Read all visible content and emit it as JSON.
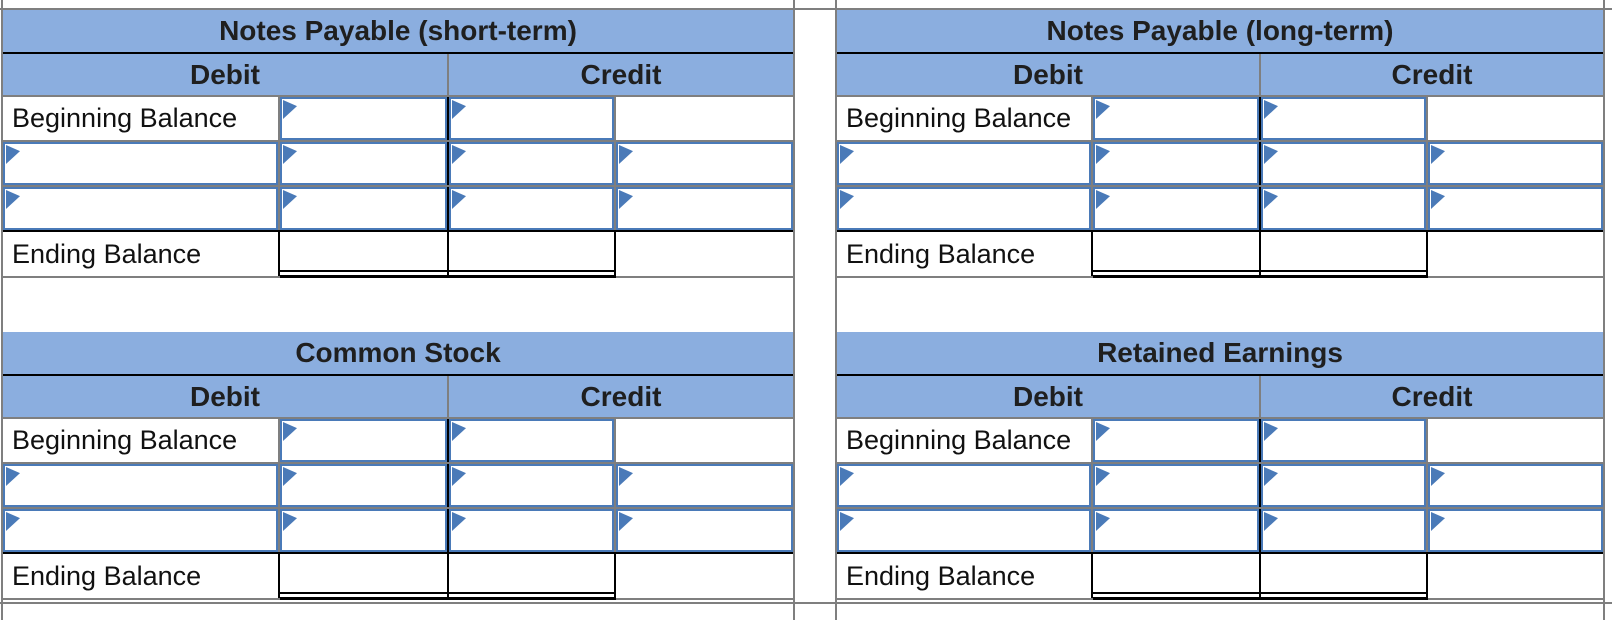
{
  "worksheet": {
    "background": "#FFFFFF",
    "colors": {
      "header_fill": "#8BAEDF",
      "input_border": "#4A7AB8",
      "flag_icon": "#4A7AB8",
      "gridline": "#7F7F7F",
      "accounting_rule": "#000000",
      "text": "#1F1F1F"
    },
    "column_headers": {
      "debit": "Debit",
      "credit": "Credit"
    },
    "row_labels": {
      "beginning": "Beginning Balance",
      "ending": "Ending Balance"
    },
    "icons": {
      "dropdown_flag": "blue right-pointing triangle marker in editable cell"
    },
    "accounts": [
      {
        "title": "Notes Payable (short-term)",
        "position": "top-left",
        "beginning": {
          "debit_amount": "",
          "credit_amount": ""
        },
        "entries": [
          {
            "debit_description": "",
            "debit_amount": "",
            "credit_amount": "",
            "credit_description": ""
          },
          {
            "debit_description": "",
            "debit_amount": "",
            "credit_amount": "",
            "credit_description": ""
          }
        ],
        "ending": {
          "debit_total": "",
          "credit_total": ""
        }
      },
      {
        "title": "Notes Payable (long-term)",
        "position": "top-right",
        "beginning": {
          "debit_amount": "",
          "credit_amount": ""
        },
        "entries": [
          {
            "debit_description": "",
            "debit_amount": "",
            "credit_amount": "",
            "credit_description": ""
          },
          {
            "debit_description": "",
            "debit_amount": "",
            "credit_amount": "",
            "credit_description": ""
          }
        ],
        "ending": {
          "debit_total": "",
          "credit_total": ""
        }
      },
      {
        "title": "Common Stock",
        "position": "bottom-left",
        "beginning": {
          "debit_amount": "",
          "credit_amount": ""
        },
        "entries": [
          {
            "debit_description": "",
            "debit_amount": "",
            "credit_amount": "",
            "credit_description": ""
          },
          {
            "debit_description": "",
            "debit_amount": "",
            "credit_amount": "",
            "credit_description": ""
          }
        ],
        "ending": {
          "debit_total": "",
          "credit_total": ""
        }
      },
      {
        "title": "Retained Earnings",
        "position": "bottom-right",
        "beginning": {
          "debit_amount": "",
          "credit_amount": ""
        },
        "entries": [
          {
            "debit_description": "",
            "debit_amount": "",
            "credit_amount": "",
            "credit_description": ""
          },
          {
            "debit_description": "",
            "debit_amount": "",
            "credit_amount": "",
            "credit_description": ""
          }
        ],
        "ending": {
          "debit_total": "",
          "credit_total": ""
        }
      }
    ]
  }
}
